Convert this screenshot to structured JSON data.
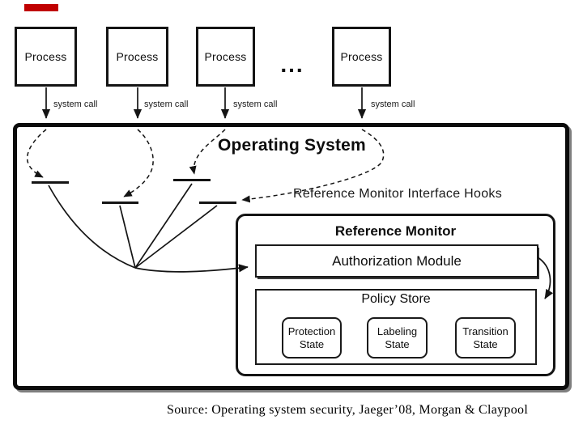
{
  "slide": {
    "accent_color": "#C00000",
    "source_line": "Source: Operating system security, Jaeger’08, Morgan & Claypool"
  },
  "processes": {
    "labels": [
      "Process",
      "Process",
      "Process",
      "Process"
    ],
    "ellipsis": "...",
    "system_call": "system call"
  },
  "os_box": {
    "title": "Operating System",
    "hooks_label": "Reference Monitor Interface Hooks"
  },
  "reference_monitor": {
    "title": "Reference Monitor",
    "authorization_module": "Authorization Module",
    "policy_store": {
      "title": "Policy Store",
      "states": [
        {
          "line1": "Protection",
          "line2": "State"
        },
        {
          "line1": "Labeling",
          "line2": "State"
        },
        {
          "line1": "Transition",
          "line2": "State"
        }
      ]
    }
  }
}
